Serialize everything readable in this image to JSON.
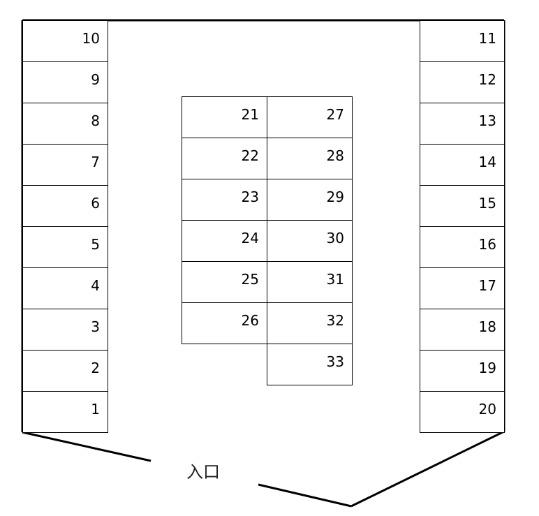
{
  "lot": {
    "entrance_label": "入口",
    "columns": [
      {
        "id": "left-column",
        "spaces": [
          "10",
          "9",
          "8",
          "7",
          "6",
          "5",
          "4",
          "3",
          "2",
          "1"
        ]
      },
      {
        "id": "center-left-column",
        "spaces": [
          "21",
          "22",
          "23",
          "24",
          "25",
          "26"
        ]
      },
      {
        "id": "center-right-column",
        "spaces": [
          "27",
          "28",
          "29",
          "30",
          "31",
          "32",
          "33"
        ]
      },
      {
        "id": "right-column",
        "spaces": [
          "11",
          "12",
          "13",
          "14",
          "15",
          "16",
          "17",
          "18",
          "19",
          "20"
        ]
      }
    ]
  },
  "colors": {
    "line": "#000000",
    "background": "#ffffff",
    "label": "#222222"
  }
}
